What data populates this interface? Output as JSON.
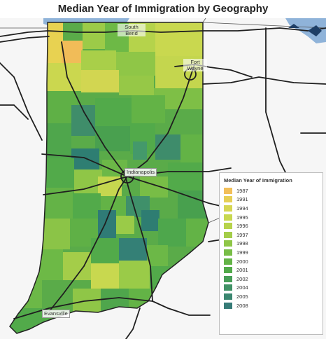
{
  "title": "Median Year of Immigration by Geography",
  "legend": {
    "title": "Median Year of Immigration",
    "items": [
      {
        "label": "1987",
        "color": "#f2bf59"
      },
      {
        "label": "1991",
        "color": "#e6cf55"
      },
      {
        "label": "1994",
        "color": "#d6d652"
      },
      {
        "label": "1995",
        "color": "#c8d84f"
      },
      {
        "label": "1996",
        "color": "#b7d34b"
      },
      {
        "label": "1997",
        "color": "#a4cd49"
      },
      {
        "label": "1998",
        "color": "#8fc647"
      },
      {
        "label": "1999",
        "color": "#78bd46"
      },
      {
        "label": "2000",
        "color": "#63b346"
      },
      {
        "label": "2001",
        "color": "#52aa4a"
      },
      {
        "label": "2002",
        "color": "#489e58"
      },
      {
        "label": "2004",
        "color": "#419266"
      },
      {
        "label": "2005",
        "color": "#3b8770"
      },
      {
        "label": "2008",
        "color": "#367b77"
      }
    ]
  },
  "cities": {
    "south_bend": "South Bend",
    "fort_wayne": "Fort Wayne",
    "indianapolis": "Indianapolis",
    "evansville": "Evansville"
  },
  "colors": {
    "water": "#8fb3d9",
    "background": "#ffffff",
    "outside_land": "#f4f4f4",
    "highway": "#1f1f1f"
  }
}
